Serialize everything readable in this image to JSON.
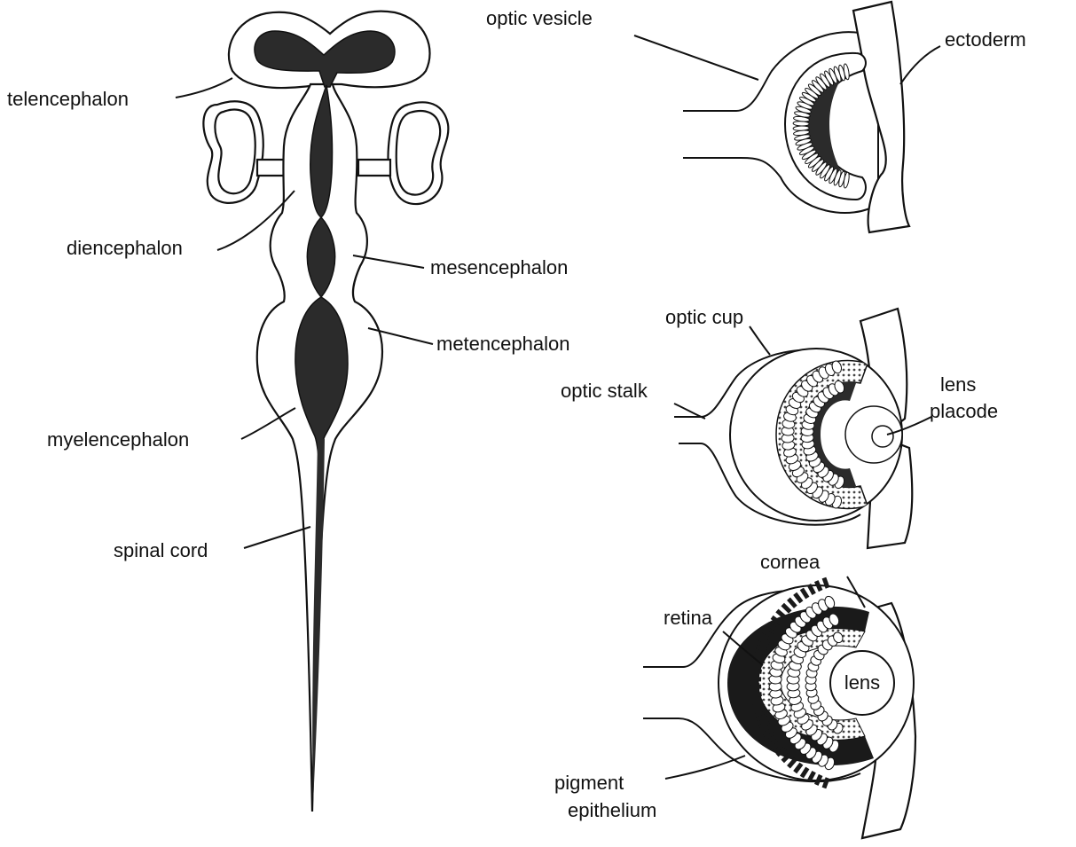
{
  "brain_labels": {
    "telencephalon": "telencephalon",
    "diencephalon": "diencephalon",
    "mesencephalon": "mesencephalon",
    "metencephalon": "metencephalon",
    "myelencephalon": "myelencephalon",
    "spinal_cord": "spinal cord"
  },
  "eye_labels": {
    "optic_vesicle": "optic vesicle",
    "ectoderm": "ectoderm",
    "optic_cup": "optic cup",
    "optic_stalk": "optic stalk",
    "lens_placode_line1": "lens",
    "lens_placode_line2": "placode",
    "cornea": "cornea",
    "retina": "retina",
    "lens": "lens",
    "pigment_line1": "pigment",
    "pigment_line2": "epithelium"
  },
  "colors": {
    "ink": "#111111",
    "lumen": "#2b2b2b",
    "pigment": "#1a1a1a",
    "cell_fill": "#ffffff",
    "background": "#ffffff"
  }
}
